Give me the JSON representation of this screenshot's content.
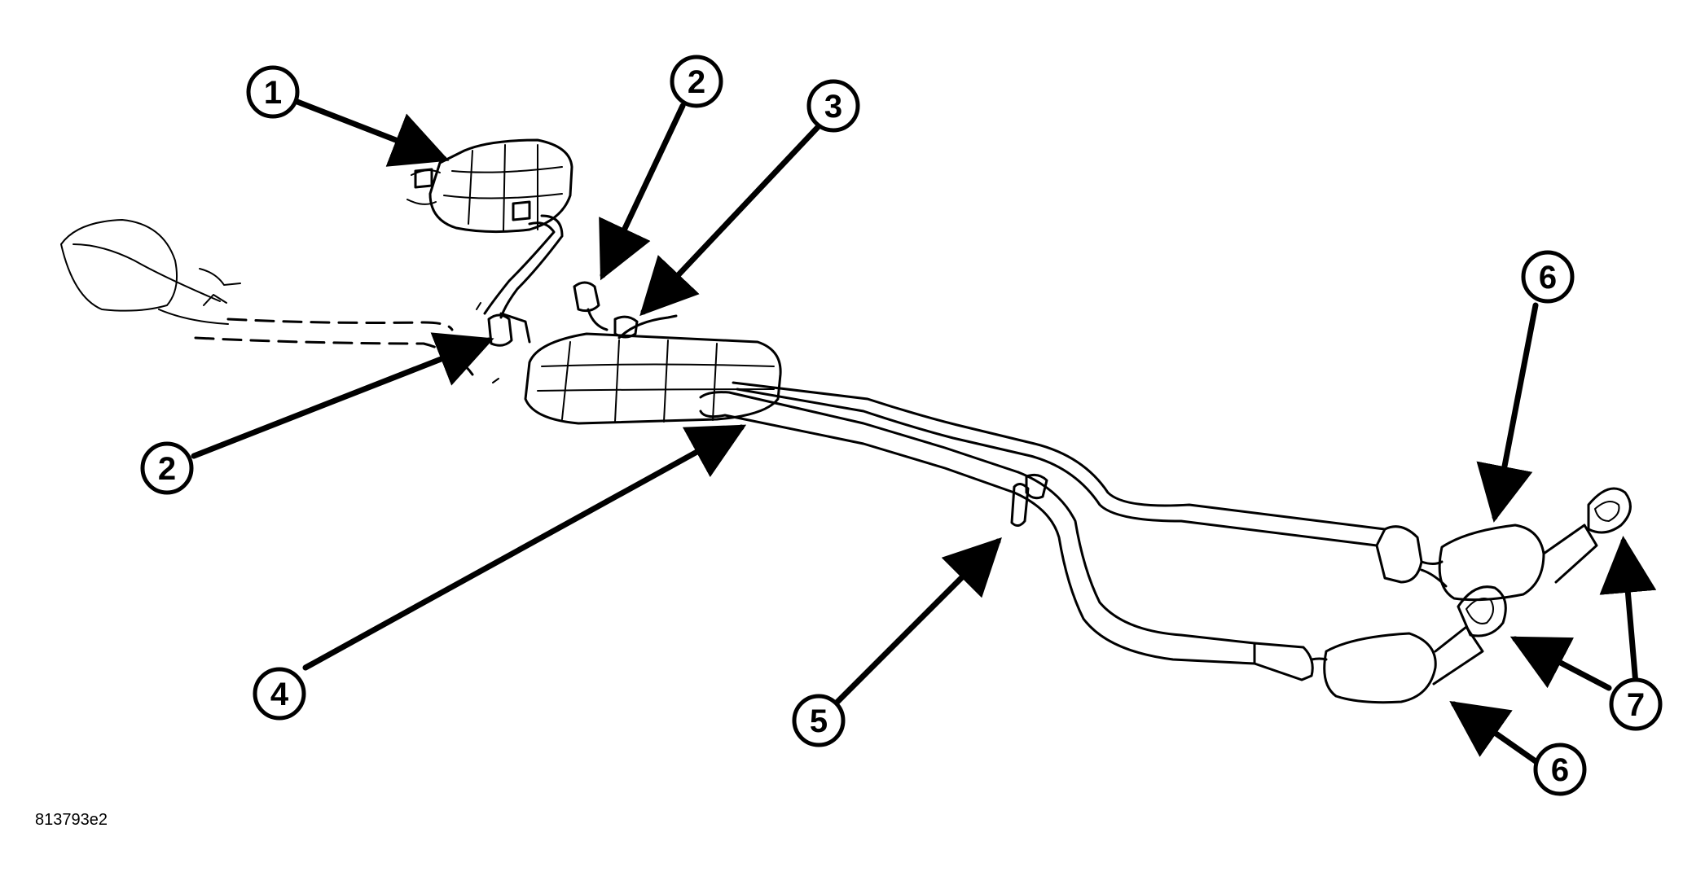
{
  "figure_id": "813793e2",
  "callouts": [
    {
      "id": "c1",
      "number": "1"
    },
    {
      "id": "c2a",
      "number": "2"
    },
    {
      "id": "c3",
      "number": "3"
    },
    {
      "id": "c2b",
      "number": "2"
    },
    {
      "id": "c4",
      "number": "4"
    },
    {
      "id": "c5",
      "number": "5"
    },
    {
      "id": "c6a",
      "number": "6"
    },
    {
      "id": "c6b",
      "number": "6"
    },
    {
      "id": "c7",
      "number": "7"
    }
  ],
  "colors": {
    "line": "#000000",
    "background": "#ffffff"
  }
}
